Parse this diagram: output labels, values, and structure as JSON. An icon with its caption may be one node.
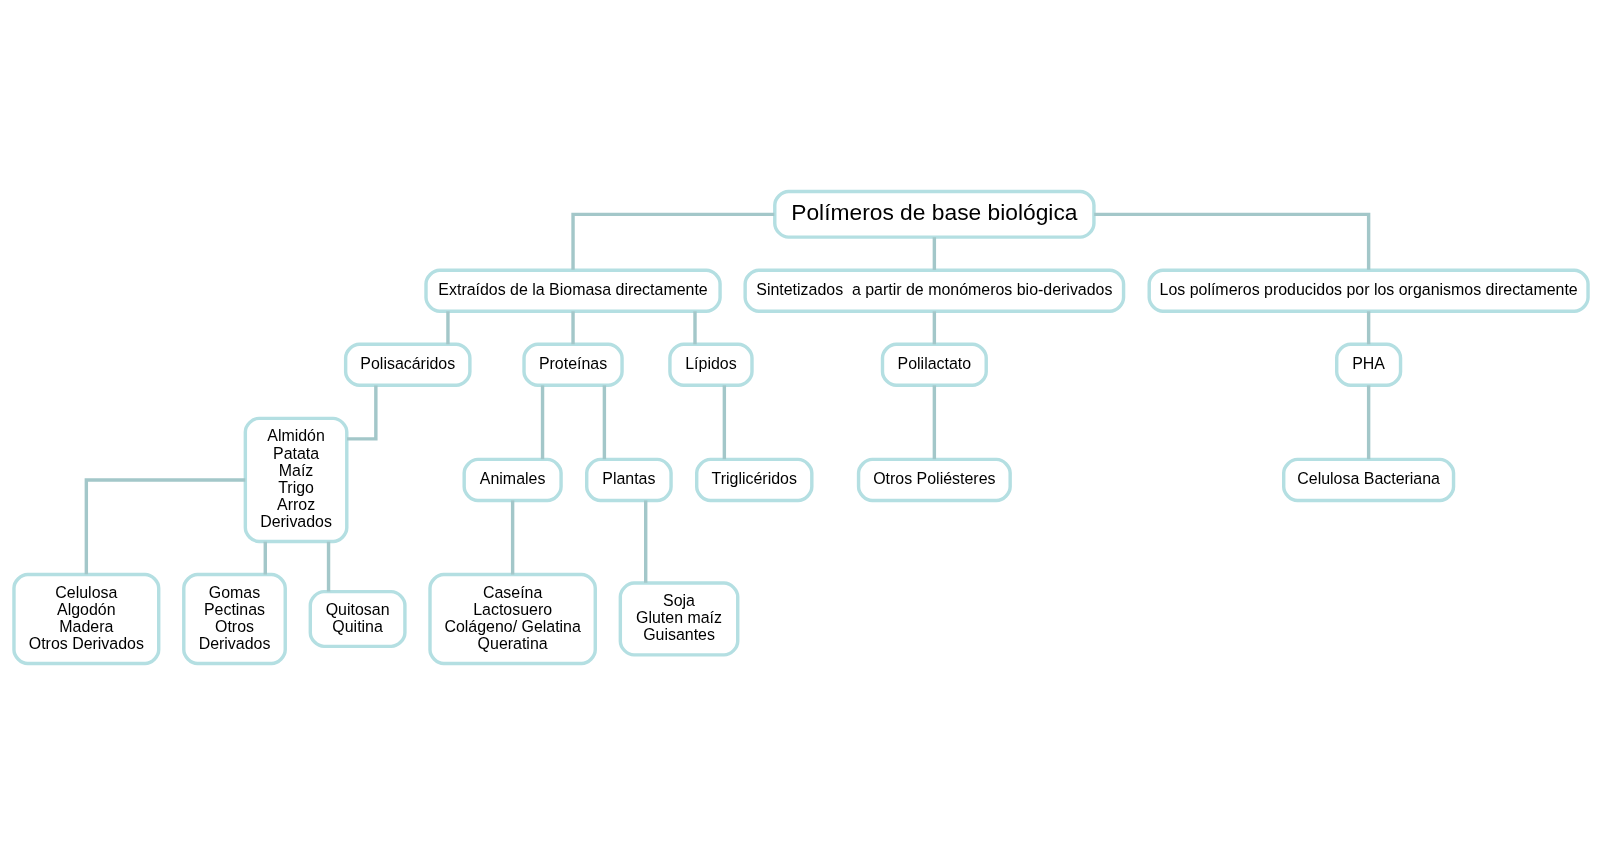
{
  "diagram": {
    "nodes": [
      {
        "text": [
          "Polímeros de base biológica"
        ]
      },
      {
        "text": [
          "Extraídos de la Biomasa directamente"
        ]
      },
      {
        "text": [
          "Sintetizados  a partir de monómeros bio-derivados"
        ]
      },
      {
        "text": [
          "Los polímeros producidos por los organismos directamente"
        ]
      },
      {
        "text": [
          "Polisacáridos"
        ]
      },
      {
        "text": [
          "Proteínas"
        ]
      },
      {
        "text": [
          "Lípidos"
        ]
      },
      {
        "text": [
          "Polilactato"
        ]
      },
      {
        "text": [
          "PHA"
        ]
      },
      {
        "text": [
          "Almidón",
          "Patata",
          "Maíz",
          "Trigo",
          "Arroz",
          "Derivados"
        ]
      },
      {
        "text": [
          "Animales"
        ]
      },
      {
        "text": [
          "Plantas"
        ]
      },
      {
        "text": [
          "Triglicéridos"
        ]
      },
      {
        "text": [
          "Otros Poliésteres"
        ]
      },
      {
        "text": [
          "Celulosa Bacteriana"
        ]
      },
      {
        "text": [
          "Caseína",
          "Lactosuero",
          "Colágeno/ Gelatina",
          "Queratina"
        ]
      },
      {
        "text": [
          "Soja",
          "Gluten maíz",
          "Guisantes"
        ]
      },
      {
        "text": [
          "Celulosa",
          "Algodón",
          "Madera",
          "Otros Derivados"
        ]
      },
      {
        "text": [
          "Gomas",
          "Pectinas",
          "Otros",
          "Derivados"
        ]
      },
      {
        "text": [
          "Quitosan",
          "Quitina"
        ]
      }
    ],
    "edges": [
      {
        "from": 0,
        "to": 1,
        "arrow": "none"
      },
      {
        "from": 0,
        "to": 2,
        "arrow": "none"
      },
      {
        "from": 0,
        "to": 3,
        "arrow": "none"
      },
      {
        "from": 1,
        "to": 4,
        "arrow": "none"
      },
      {
        "from": 1,
        "to": 5,
        "arrow": "none"
      },
      {
        "from": 1,
        "to": 6,
        "arrow": "none"
      },
      {
        "from": 2,
        "to": 7,
        "arrow": "none"
      },
      {
        "from": 3,
        "to": 8,
        "arrow": "none"
      },
      {
        "from": 4,
        "to": 9,
        "arrow": "none"
      },
      {
        "from": 5,
        "to": 10,
        "arrow": "none"
      },
      {
        "from": 5,
        "to": 11,
        "arrow": "none"
      },
      {
        "from": 6,
        "to": 12,
        "arrow": "none"
      },
      {
        "from": 7,
        "to": 13,
        "arrow": "none"
      },
      {
        "from": 8,
        "to": 14,
        "arrow": "none"
      },
      {
        "from": 9,
        "to": 17,
        "arrow": "none"
      },
      {
        "from": 9,
        "to": 18,
        "arrow": "none"
      },
      {
        "from": 9,
        "to": 19,
        "arrow": "none"
      },
      {
        "from": 10,
        "to": 15,
        "arrow": "none"
      },
      {
        "from": 11,
        "to": 16,
        "arrow": "none"
      }
    ]
  }
}
